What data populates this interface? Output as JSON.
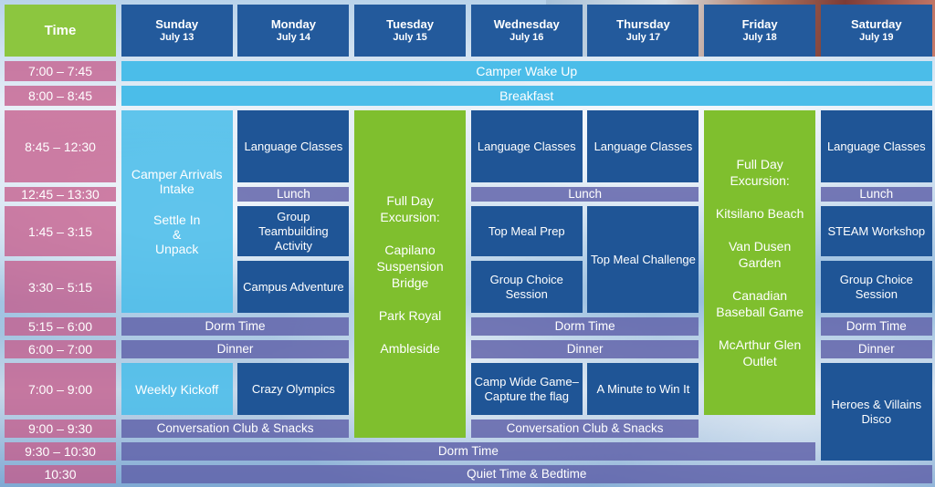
{
  "header": {
    "time_label": "Time",
    "days": [
      {
        "name": "Sunday",
        "date": "July 13"
      },
      {
        "name": "Monday",
        "date": "July 14"
      },
      {
        "name": "Tuesday",
        "date": "July 15"
      },
      {
        "name": "Wednesday",
        "date": "July 16"
      },
      {
        "name": "Thursday",
        "date": "July 17"
      },
      {
        "name": "Friday",
        "date": "July 18"
      },
      {
        "name": "Saturday",
        "date": "July 19"
      }
    ]
  },
  "times": [
    "7:00 – 7:45",
    "8:00 – 8:45",
    "8:45 – 12:30",
    "12:45 – 13:30",
    "1:45 – 3:15",
    "3:30 – 5:15",
    "5:15 – 6:00",
    "6:00 – 7:00",
    "7:00 – 9:00",
    "9:00 – 9:30",
    "9:30 – 10:30",
    "10:30"
  ],
  "events": {
    "wake_up": "Camper Wake Up",
    "breakfast": "Breakfast",
    "sunday_block": {
      "line1": "Camper Arrivals",
      "line2": "Intake",
      "line3": "Settle In",
      "line4": "&",
      "line5": "Unpack"
    },
    "mon_language": "Language Classes",
    "mon_lunch": "Lunch",
    "mon_teambuilding": "Group Teambuilding Activity",
    "mon_campus": "Campus Adventure",
    "tuesday_block": {
      "line1": "Full Day",
      "line2": "Excursion:",
      "line3": "Capilano",
      "line4": "Suspension",
      "line5": "Bridge",
      "line6": "Park Royal",
      "line7": "Ambleside"
    },
    "wed_language": "Language Classes",
    "thu_language": "Language Classes",
    "wed_thu_lunch": "Lunch",
    "wed_meal_prep": "Top Meal Prep",
    "wed_group_choice": "Group Choice Session",
    "thu_meal_challenge": "Top Meal Challenge",
    "friday_block": {
      "line1": "Full Day",
      "line2": "Excursion:",
      "line3": "Kitsilano Beach",
      "line4": "Van Dusen",
      "line5": "Garden",
      "line6": "Canadian",
      "line7": "Baseball Game",
      "line8": "McArthur Glen",
      "line9": "Outlet"
    },
    "sat_language": "Language Classes",
    "sat_lunch": "Lunch",
    "sat_steam": "STEAM Workshop",
    "sat_group_choice": "Group Choice Session",
    "dorm_sun_mon": "Dorm Time",
    "dorm_wed_thu": "Dorm Time",
    "dorm_sat": "Dorm Time",
    "dinner_sun_mon": "Dinner",
    "dinner_wed_thu": "Dinner",
    "dinner_sat": "Dinner",
    "sun_kickoff": "Weekly Kickoff",
    "mon_olympics": "Crazy Olympics",
    "wed_camp_game": "Camp Wide Game– Capture the flag",
    "thu_minute": "A Minute to Win It",
    "sat_heroes": "Heroes & Villains Disco",
    "conv_sun_mon": "Conversation Club & Snacks",
    "conv_wed_thu": "Conversation Club & Snacks",
    "dorm_all": "Dorm Time",
    "quiet_time": "Quiet Time & Bedtime"
  },
  "colors": {
    "time_pink": "#c45c8c",
    "header_green": "#8cc63f",
    "day_navy": "#235a9c",
    "cyan": "#4bbde9",
    "purple": "#6164aa",
    "excursion_green": "#7fbf2e"
  }
}
